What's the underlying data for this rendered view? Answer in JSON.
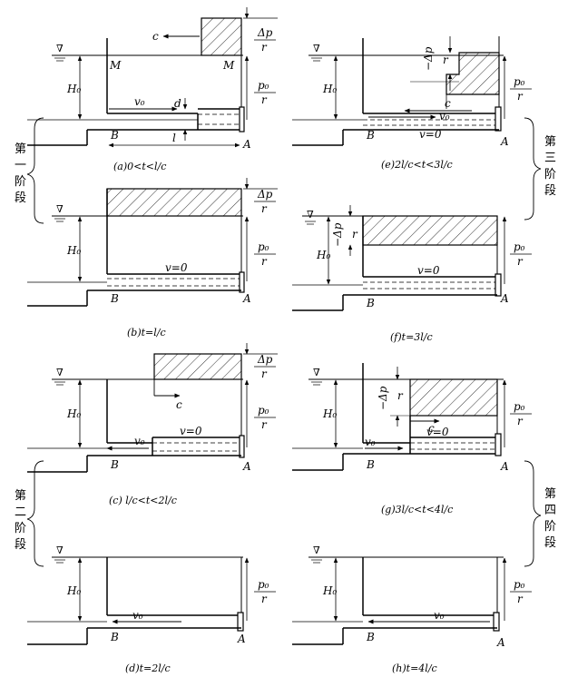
{
  "panels": [
    {
      "id": "a",
      "caption": "(a)0<t<l/c",
      "labels": {
        "left_top": "M",
        "right_top": "M",
        "wave_dir": "c",
        "flow": "v₀",
        "diameter": "d",
        "length": "l",
        "B": "B",
        "A": "A"
      }
    },
    {
      "id": "b",
      "caption": "(b)t=l/c",
      "labels": {
        "flow": "v=0",
        "B": "B",
        "A": "A"
      }
    },
    {
      "id": "c",
      "caption": "(c) l/c<t<2l/c",
      "labels": {
        "wave_dir": "c",
        "flow_zero": "v=0",
        "flow": "v₀",
        "B": "B",
        "A": "A"
      }
    },
    {
      "id": "d",
      "caption": "(d)t=2l/c",
      "labels": {
        "flow": "v₀",
        "B": "B",
        "A": "A"
      }
    },
    {
      "id": "e",
      "caption": "(e)2l/c<t<3l/c",
      "labels": {
        "wave_dir": "c",
        "flow": "v₀",
        "flow_zero": "v=0",
        "B": "B",
        "A": "A"
      }
    },
    {
      "id": "f",
      "caption": "(f)t=3l/c",
      "labels": {
        "flow": "v=0",
        "B": "B",
        "A": "A"
      }
    },
    {
      "id": "g",
      "caption": "(g)3l/c<t<4l/c",
      "labels": {
        "wave_dir": "c",
        "flow_zero": "v=0",
        "flow": "v₀",
        "B": "B",
        "A": "A"
      }
    },
    {
      "id": "h",
      "caption": "(h)t=4l/c",
      "labels": {
        "flow": "v₀",
        "B": "B",
        "A": "A"
      }
    }
  ],
  "common": {
    "head": "H₀",
    "p0_num": "p₀",
    "dp_num": "Δp",
    "neg_dp_num": "−Δp",
    "den": "r",
    "water_symbol": "∇"
  },
  "stages": {
    "first": "第一阶段",
    "second": "第二阶段",
    "third": "第三阶段",
    "fourth": "第四阶段"
  }
}
